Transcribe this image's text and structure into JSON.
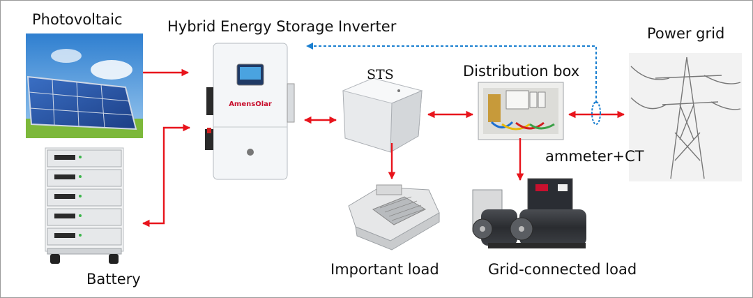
{
  "labels": {
    "photovoltaic": "Photovoltaic",
    "inverter": "Hybrid Energy Storage Inverter",
    "sts": "STS",
    "distribution_box": "Distribution box",
    "power_grid": "Power grid",
    "ammeter": "ammeter+CT",
    "important_load": "Important load",
    "grid_load": "Grid-connected load",
    "battery": "Battery"
  },
  "inverter_brand": "AmensOlar",
  "colors": {
    "arrow": "#e8141c",
    "comm_line": "#1a7fd0",
    "panel_blue": "#2a5fb0",
    "sky": "#3f8fd8",
    "grass": "#7cb83a",
    "device_white": "#f4f6f8"
  }
}
